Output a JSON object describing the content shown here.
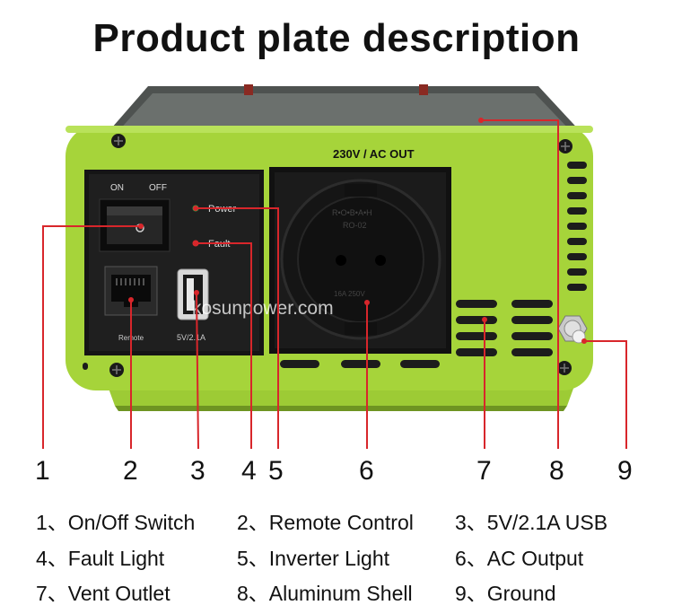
{
  "title": "Product plate description",
  "plate": {
    "ac_out_label": "230V / AC OUT",
    "switch_on": "ON",
    "switch_off": "OFF",
    "power_label": "Power",
    "fault_label": "Fault",
    "remote_label": "Remote",
    "usb_label": "5V/2.1A",
    "watermark": "kosunpower.com"
  },
  "numbers": [
    "1",
    "2",
    "3",
    "4",
    "5",
    "6",
    "7",
    "8",
    "9"
  ],
  "legend": [
    {
      "text": "1、On/Off Switch"
    },
    {
      "text": "2、Remote Control"
    },
    {
      "text": "3、5V/2.1A USB"
    },
    {
      "text": "4、Fault Light"
    },
    {
      "text": "5、Inverter Light"
    },
    {
      "text": "6、AC Output"
    },
    {
      "text": "7、Vent Outlet"
    },
    {
      "text": "8、Aluminum Shell"
    },
    {
      "text": "9、Ground"
    }
  ],
  "colors": {
    "shell": "#a6d43a",
    "panel": "#1c1c1c",
    "callout": "#d8262b",
    "power_led": "#2fb84a",
    "fault_led": "#e23030"
  }
}
